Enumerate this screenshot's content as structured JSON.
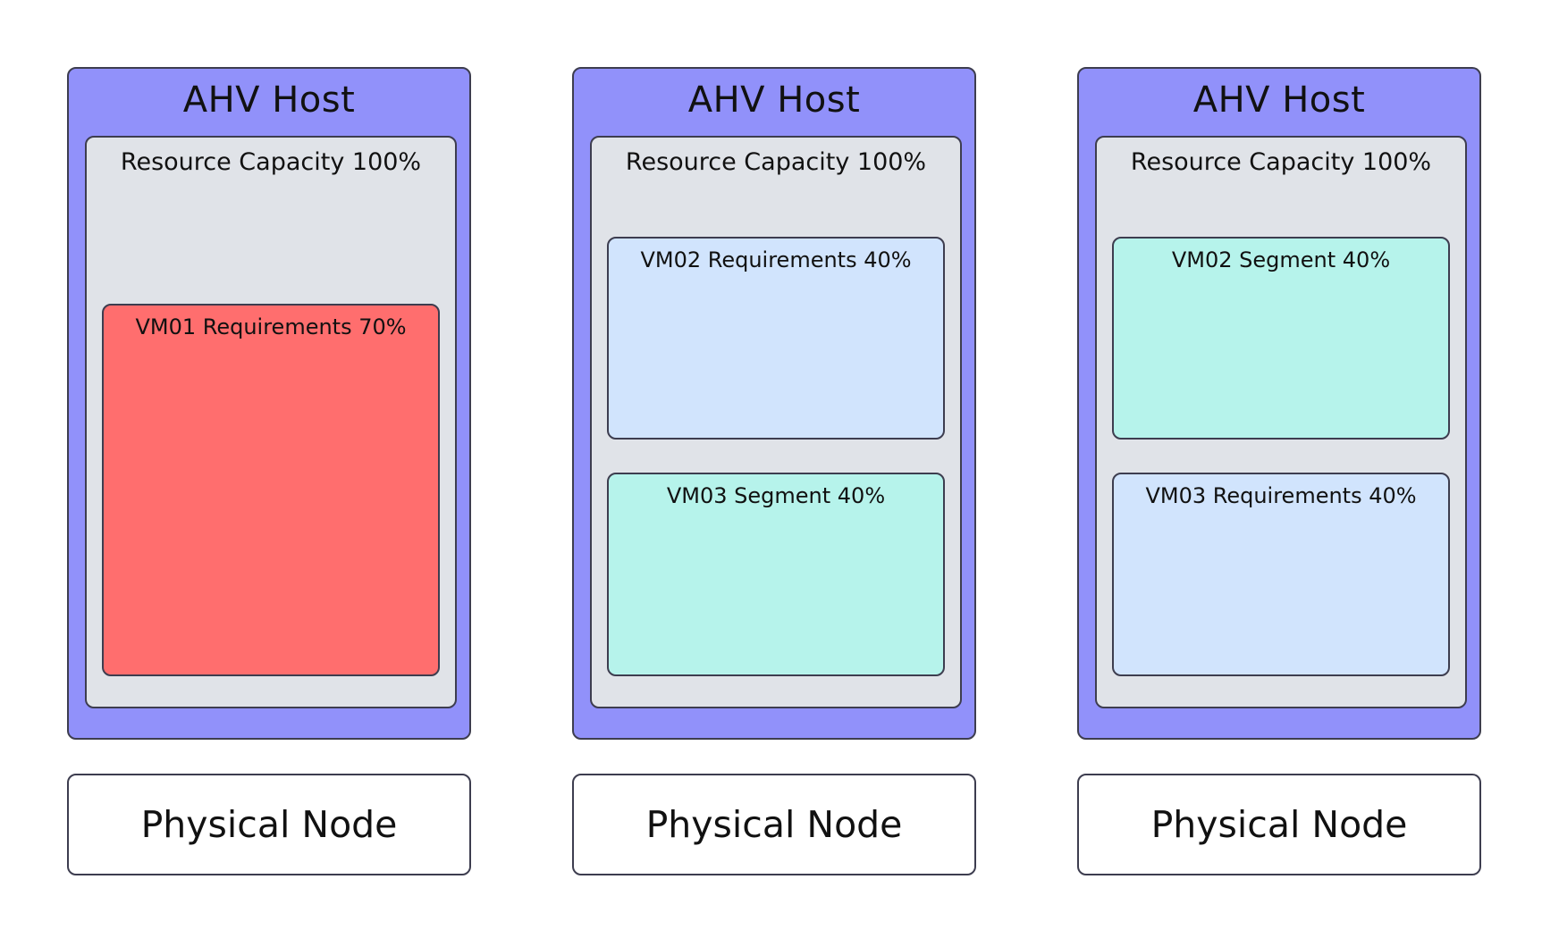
{
  "colors": {
    "host": "#9191fa",
    "capacity": "#e0e3e8",
    "requirements_vm01": "#ff6e6e",
    "requirements": "#d1e4fd",
    "segment": "#b6f3eb",
    "node": "#ffffff",
    "border": "#3d3d4f"
  },
  "columns": [
    {
      "host_title": "AHV Host",
      "capacity_label": "Resource Capacity 100%",
      "vm_top_label": "VM01 Requirements 70%",
      "node_label": "Physical Node"
    },
    {
      "host_title": "AHV Host",
      "capacity_label": "Resource Capacity 100%",
      "vm_top_label": "VM02 Requirements 40%",
      "vm_bottom_label": "VM03 Segment 40%",
      "node_label": "Physical Node"
    },
    {
      "host_title": "AHV Host",
      "capacity_label": "Resource Capacity 100%",
      "vm_top_label": "VM02 Segment 40%",
      "vm_bottom_label": "VM03 Requirements 40%",
      "node_label": "Physical Node"
    }
  ]
}
